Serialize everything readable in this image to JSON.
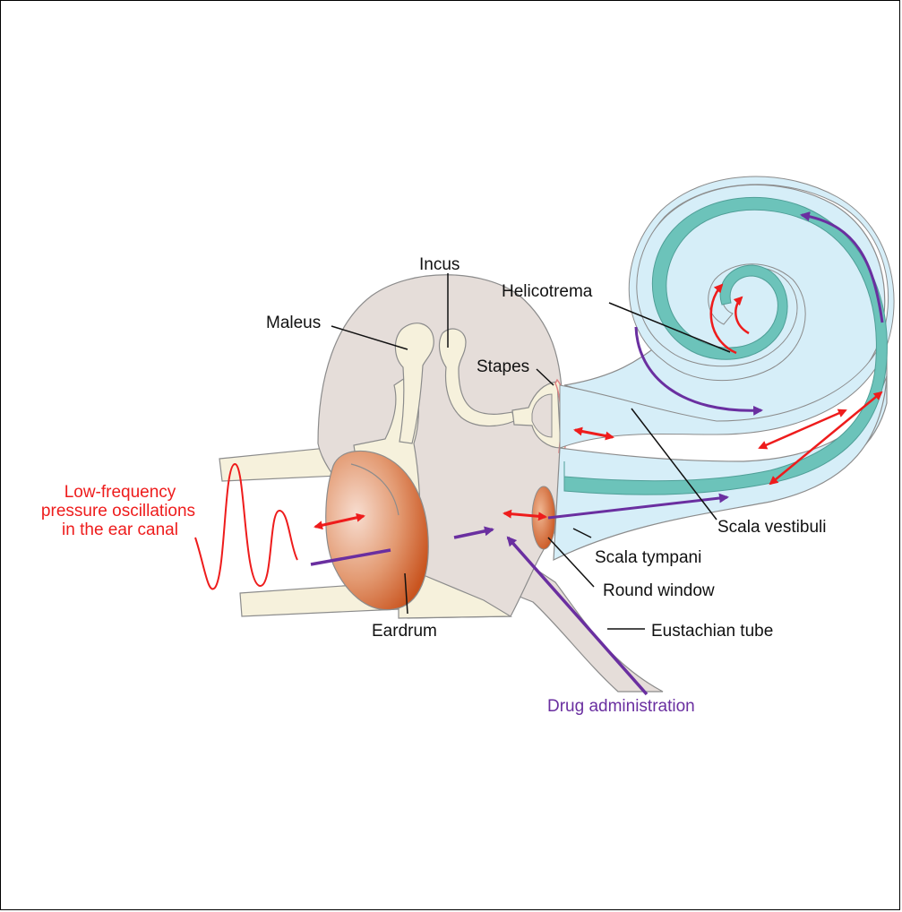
{
  "labels": {
    "incus": "Incus",
    "maleus": "Maleus",
    "stapes": "Stapes",
    "helicotrema": "Helicotrema",
    "scala_vestibuli": "Scala vestibuli",
    "scala_tympani": "Scala tympani",
    "round_window": "Round window",
    "eustachian_tube": "Eustachian tube",
    "eardrum": "Eardrum",
    "drug_administration": "Drug administration",
    "pressure_line1": "Low-frequency",
    "pressure_line2": "pressure oscillations",
    "pressure_line3": "in the ear canal"
  },
  "colors": {
    "pressure_arrow": "#ee1c1c",
    "drug_arrow": "#6a2fa0",
    "middle_ear": "#e5ddd9",
    "bone": "#f6f1dc",
    "cochlea_fluid": "#d6eef8",
    "basilar_membrane": "#6cc3ba",
    "eardrum": "#d9703f"
  }
}
